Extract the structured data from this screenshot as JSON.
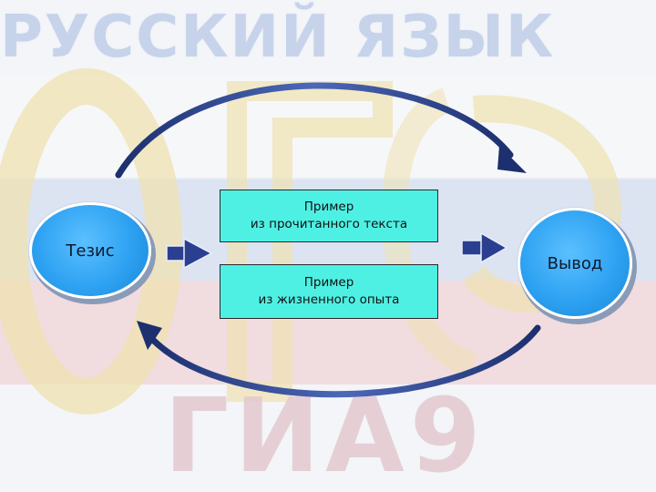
{
  "background": {
    "top_text": "РУССКИЙ ЯЗЫК",
    "bottom_text": "ГИА9"
  },
  "diagram": {
    "left_node": "Тезис",
    "right_node": "Вывод",
    "box_top": {
      "line1": "Пример",
      "line2": "из прочитанного текста"
    },
    "box_bottom": {
      "line1": "Пример",
      "line2": "из жизненного опыта"
    }
  },
  "colors": {
    "node_fill": "#2ea2f2",
    "box_fill": "#4ff0e4",
    "arrow_fill": "#2a3f8f"
  }
}
